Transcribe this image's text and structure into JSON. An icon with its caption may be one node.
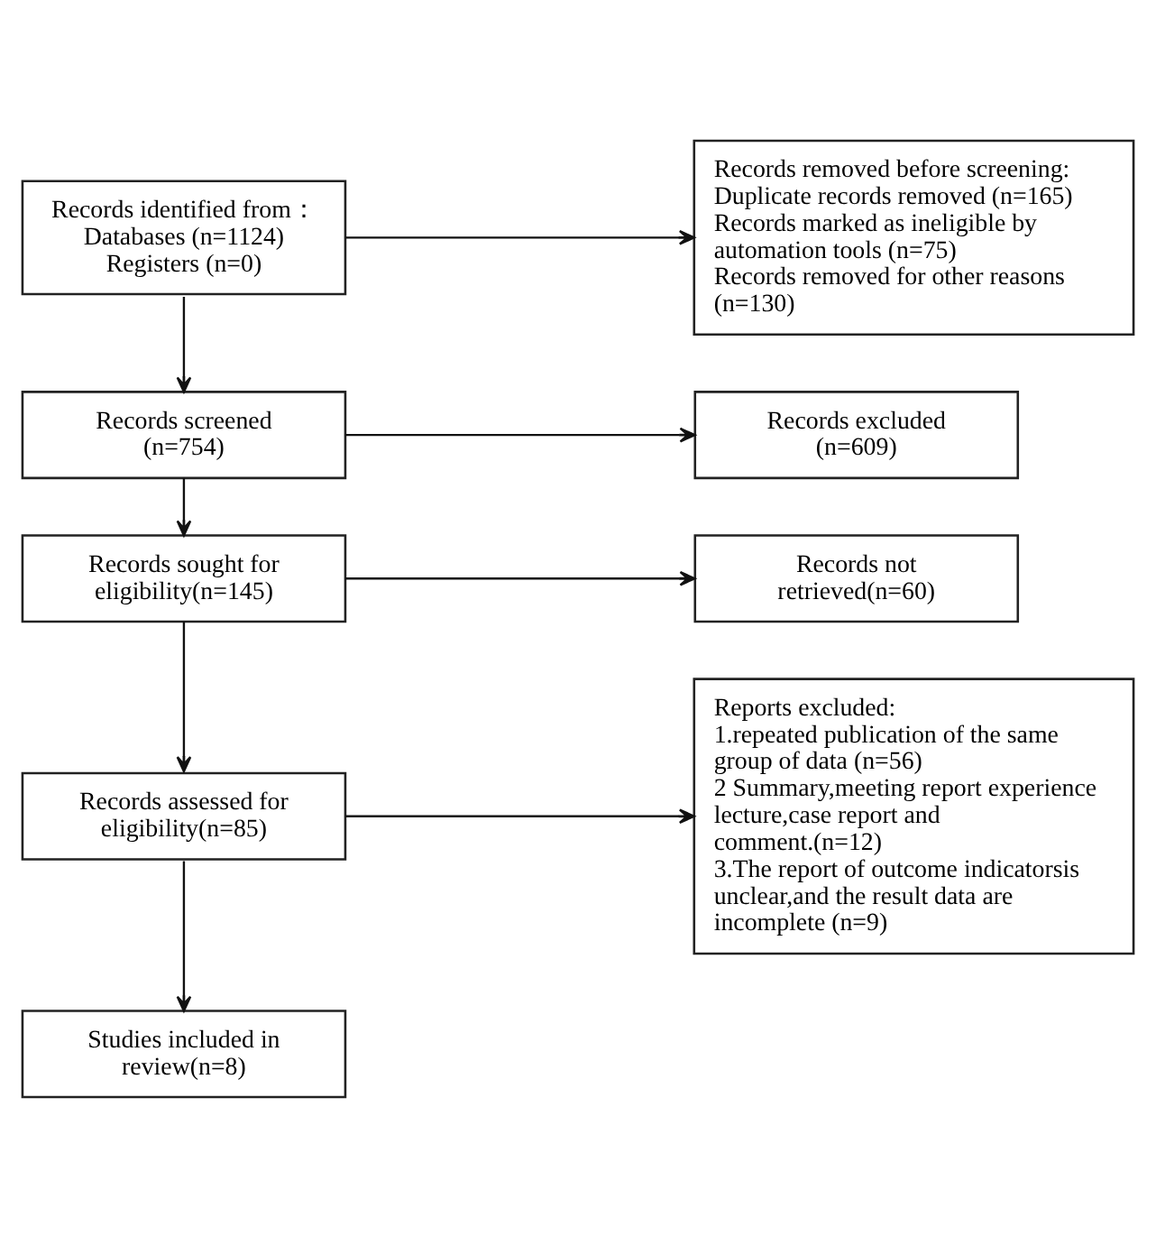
{
  "diagram": {
    "nodes": [
      {
        "text": [
          "Records identified from：",
          "Databases (n=1124)",
          "Registers (n=0)"
        ]
      },
      {
        "text": [
          "Records removed before screening:",
          "Duplicate records removed (n=165)",
          "Records marked as ineligible by automation tools (n=75)",
          "Records removed for other reasons (n=130)"
        ]
      },
      {
        "text": [
          "Records screened (n=754)"
        ]
      },
      {
        "text": [
          "Records excluded (n=609)"
        ]
      },
      {
        "text": [
          "Records sought for eligibility(n=145)"
        ]
      },
      {
        "text": [
          "Records not retrieved(n=60)"
        ]
      },
      {
        "text": [
          "Records assessed for eligibility(n=85)"
        ]
      },
      {
        "text": [
          "Reports excluded:",
          "1.repeated publication of the same group of data (n=56)",
          "2 Summary,meeting report experience lecture,case report and comment.(n=12)",
          "3.The report of outcome indicatorsis unclear,and the result data are incomplete (n=9)"
        ]
      },
      {
        "text": [
          "Studies included in review(n=8)"
        ]
      }
    ],
    "edges": [
      {
        "from": 0,
        "to": 1,
        "arrow": "to"
      },
      {
        "from": 0,
        "to": 2,
        "arrow": "to"
      },
      {
        "from": 2,
        "to": 3,
        "arrow": "to"
      },
      {
        "from": 2,
        "to": 4,
        "arrow": "to"
      },
      {
        "from": 4,
        "to": 5,
        "arrow": "to"
      },
      {
        "from": 4,
        "to": 6,
        "arrow": "to"
      },
      {
        "from": 6,
        "to": 7,
        "arrow": "to"
      },
      {
        "from": 6,
        "to": 8,
        "arrow": "to"
      }
    ]
  }
}
